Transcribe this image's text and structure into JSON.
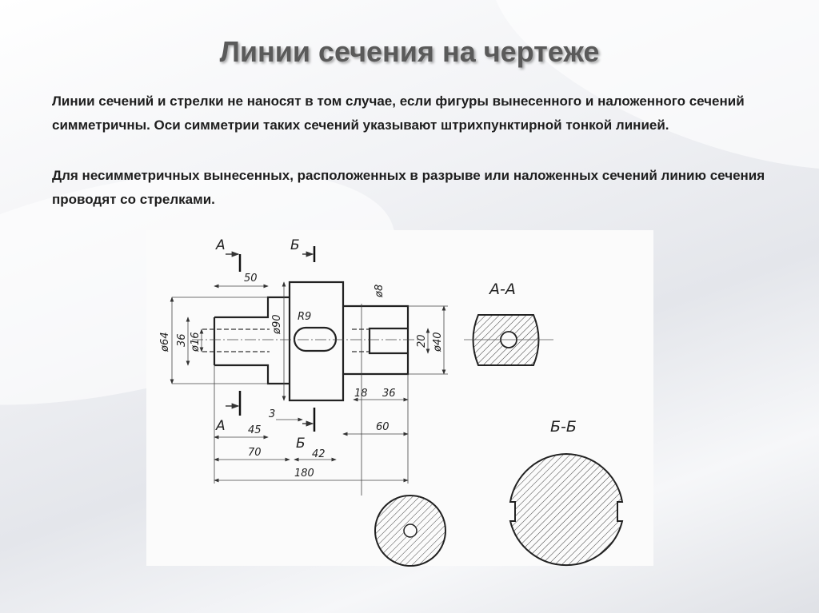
{
  "slide": {
    "title": "Линии сечения на чертеже",
    "paragraph1": "Линии сечений и стрелки не наносят в том случае, если фигуры вынесенного и наложенного сечений симметричны. Оси симметрии таких сечений указывают штрихпунктирной тонкой линией.",
    "paragraph2": " Для несимметричных вынесенных, расположенных в разрыве или наложенных сечений линию сечения проводят со стрелками."
  },
  "drawing": {
    "section_a_top": "А",
    "section_a_bottom": "А",
    "section_b_top": "Б",
    "section_b_bottom": "Б",
    "dims": {
      "d50": "50",
      "d64": "ø64",
      "d36": "36",
      "d16": "ø16",
      "d90": "ø90",
      "r9": "R9",
      "d8": "ø8",
      "d20": "20",
      "d40": "ø40",
      "d18": "18",
      "d36b": "36",
      "d3": "3",
      "d45": "45",
      "d70": "70",
      "d42": "42",
      "d60": "60",
      "d180": "180"
    },
    "view_aa": "А-А",
    "view_bb": "Б-Б"
  }
}
